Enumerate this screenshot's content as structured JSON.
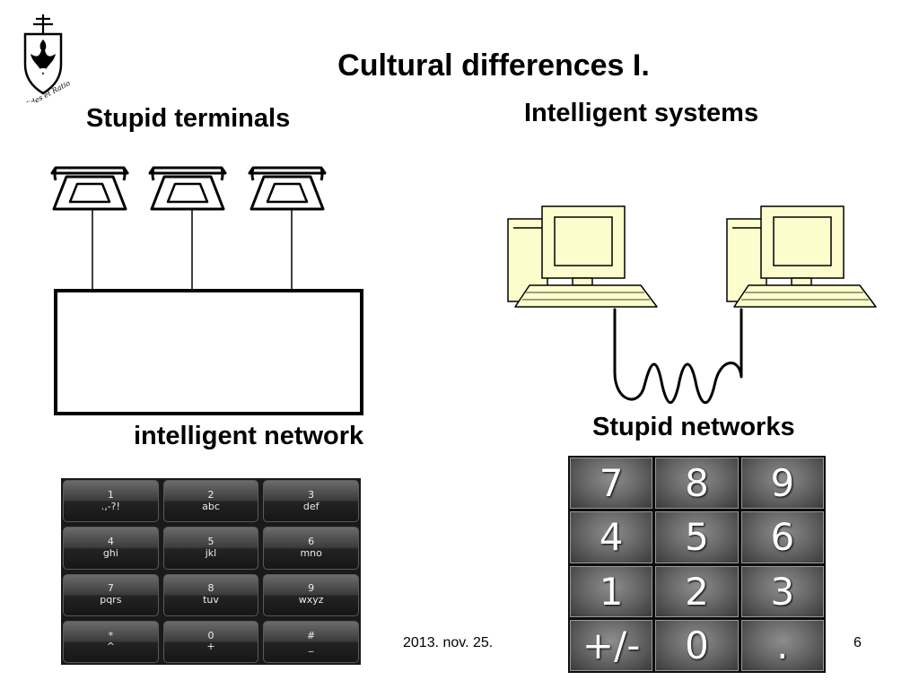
{
  "slide": {
    "title": "Cultural differences I.",
    "logo_motto": "Fides et Ratio",
    "footer_date": "2013. nov. 25.",
    "page_number": "6"
  },
  "left_panel": {
    "top_heading": "Stupid terminals",
    "bottom_heading": "intelligent network",
    "terminal_icons": [
      "telephone-icon",
      "telephone-icon",
      "telephone-icon"
    ]
  },
  "right_panel": {
    "top_heading": "Intelligent systems",
    "bottom_heading": "Stupid networks",
    "computer_icons": [
      "computer-icon",
      "computer-icon"
    ]
  },
  "phone_keypad": {
    "keys": [
      {
        "digit": "1",
        "letters": ".,-?!"
      },
      {
        "digit": "2",
        "letters": "abc"
      },
      {
        "digit": "3",
        "letters": "def"
      },
      {
        "digit": "4",
        "letters": "ghi"
      },
      {
        "digit": "5",
        "letters": "jkl"
      },
      {
        "digit": "6",
        "letters": "mno"
      },
      {
        "digit": "7",
        "letters": "pqrs"
      },
      {
        "digit": "8",
        "letters": "tuv"
      },
      {
        "digit": "9",
        "letters": "wxyz"
      },
      {
        "digit": "*",
        "letters": "^"
      },
      {
        "digit": "0",
        "letters": "+"
      },
      {
        "digit": "#",
        "letters": "_"
      }
    ]
  },
  "calculator_keypad": {
    "keys": [
      "7",
      "8",
      "9",
      "4",
      "5",
      "6",
      "1",
      "2",
      "3",
      "+/-",
      "0",
      "."
    ]
  },
  "colors": {
    "computer_fill": "#fdfccc",
    "background": "#ffffff"
  }
}
